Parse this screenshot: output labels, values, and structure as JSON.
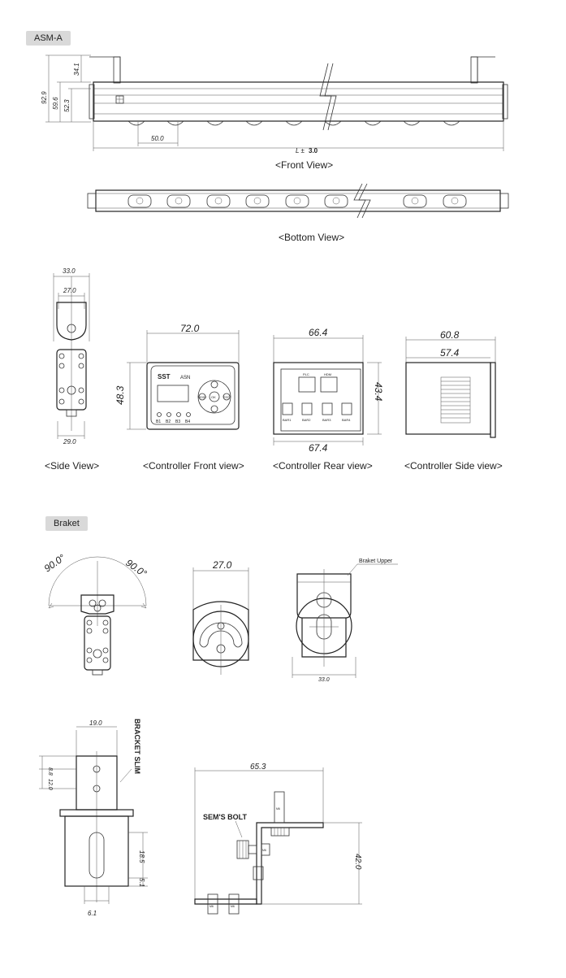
{
  "sections": {
    "asm": "ASM-A",
    "bracket": "Braket"
  },
  "captions": {
    "front_view": "<Front View>",
    "bottom_view": "<Bottom View>",
    "side_view": "<Side View>",
    "controller_front": "<Controller Front view>",
    "controller_rear": "<Controller Rear view>",
    "controller_side": "<Controller Side view>"
  },
  "front_dims": {
    "h1": "92.9",
    "h2": "59.6",
    "h3": "52.3",
    "top": "34.1",
    "pitch": "50.0",
    "length_prefix": "L ±",
    "length_tol": "3.0"
  },
  "side_dims": {
    "top": "33.0",
    "mid": "27.0",
    "bottom": "29.0"
  },
  "controller_front_dims": {
    "width": "72.0",
    "height": "48.3"
  },
  "controller_rear_dims": {
    "top": "66.4",
    "bottom": "67.4",
    "height": "43.4"
  },
  "controller_side_dims": {
    "outer": "60.8",
    "inner": "57.4"
  },
  "controller_front_labels": {
    "logo": "SST",
    "model": "ASN",
    "mode_btn": "MODE",
    "ok_btn": "OK",
    "esc_btn": "ESC",
    "leds": [
      "B1",
      "B2",
      "B3",
      "B4"
    ]
  },
  "controller_rear_labels": {
    "port_plc": "PLC",
    "port_hdm": "HDM",
    "bars": [
      "BAR1",
      "BAR2",
      "BAR3",
      "BAR4"
    ]
  },
  "bracket_dims": {
    "angle_left": "90.0°",
    "angle_right": "90.0°",
    "front_width": "27.0",
    "side_width": "33.0",
    "upper_label": "Braket Upper",
    "slim_label": "BRACKET SLIM",
    "slim_width": "19.0",
    "slim_h1": "8.8",
    "slim_h2": "12.0",
    "slot_len": "18.5",
    "slot_off": "5.1",
    "slot_w": "6.1",
    "bolt_label": "SEM'S BOLT",
    "assy_width": "65.3",
    "assy_height": "42.0",
    "nut_label": "M6"
  }
}
